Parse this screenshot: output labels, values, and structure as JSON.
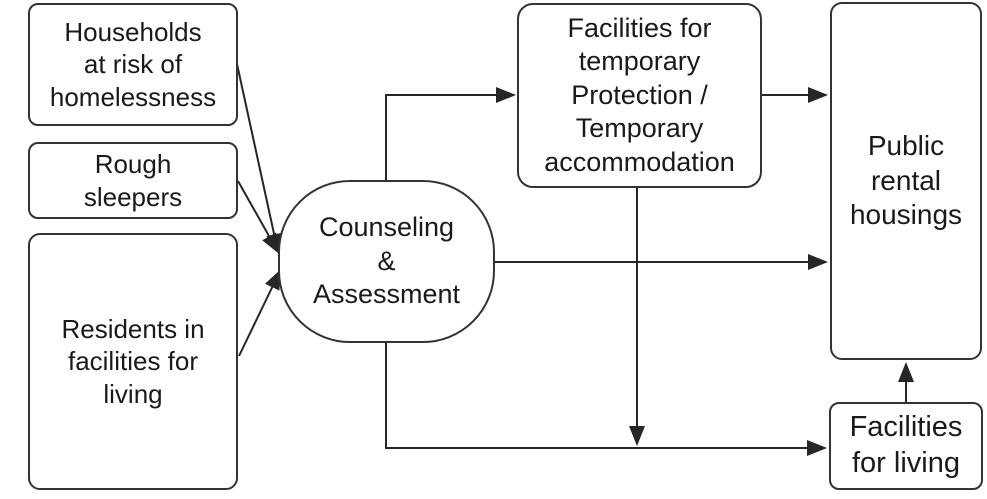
{
  "diagram": {
    "background_color": "#ffffff",
    "border_color": "#333333",
    "line_color": "#262626",
    "text_color": "#1a1a1a",
    "nodes": {
      "households": {
        "label": "Households\nat risk of\nhomelessness",
        "shape": "rounded-rectangle"
      },
      "rough_sleepers": {
        "label": "Rough\nsleepers",
        "shape": "rounded-rectangle"
      },
      "residents": {
        "label": "Residents in\nfacilities for\nliving",
        "shape": "rounded-rectangle"
      },
      "counseling": {
        "label": "Counseling\n&\nAssessment",
        "shape": "stadium"
      },
      "temporary": {
        "label": "Facilities for\ntemporary\nProtection /\nTemporary\naccommodation",
        "shape": "rounded-rectangle"
      },
      "public_rental": {
        "label": "Public\nrental\nhousings",
        "shape": "rounded-rectangle"
      },
      "facilities_living": {
        "label": "Facilities\nfor living",
        "shape": "rounded-rectangle"
      }
    },
    "edges": [
      {
        "from": "households",
        "to": "counseling"
      },
      {
        "from": "rough_sleepers",
        "to": "counseling"
      },
      {
        "from": "residents",
        "to": "counseling"
      },
      {
        "from": "counseling",
        "to": "temporary"
      },
      {
        "from": "counseling",
        "to": "public_rental"
      },
      {
        "from": "counseling",
        "to": "facilities_living"
      },
      {
        "from": "temporary",
        "to": "public_rental"
      },
      {
        "from": "temporary",
        "to": "facilities_living"
      },
      {
        "from": "facilities_living",
        "to": "public_rental"
      }
    ]
  }
}
